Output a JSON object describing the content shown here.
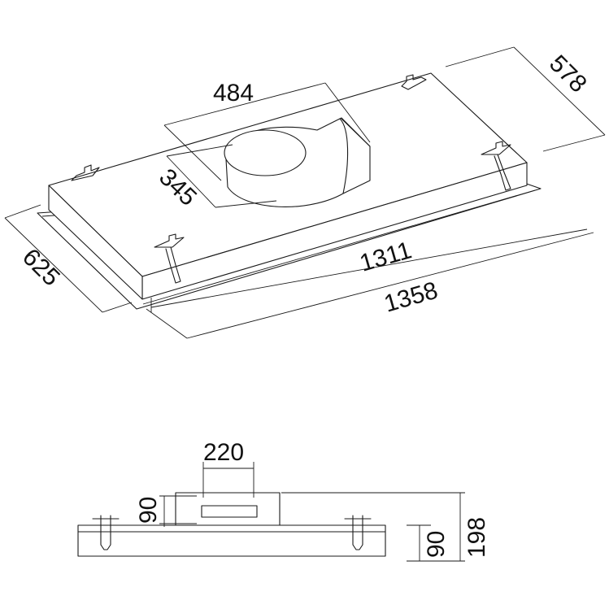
{
  "iso_view": {
    "duct_depth": "345",
    "duct_width": "484",
    "frame_depth": "578",
    "outer_depth": "625",
    "body_length": "1311",
    "overall_length": "1358"
  },
  "front_view": {
    "outlet_width": "220",
    "outlet_height": "90",
    "body_height": "90",
    "total_height": "198"
  },
  "colors": {
    "line": "#1a1a1a",
    "background": "#ffffff"
  }
}
